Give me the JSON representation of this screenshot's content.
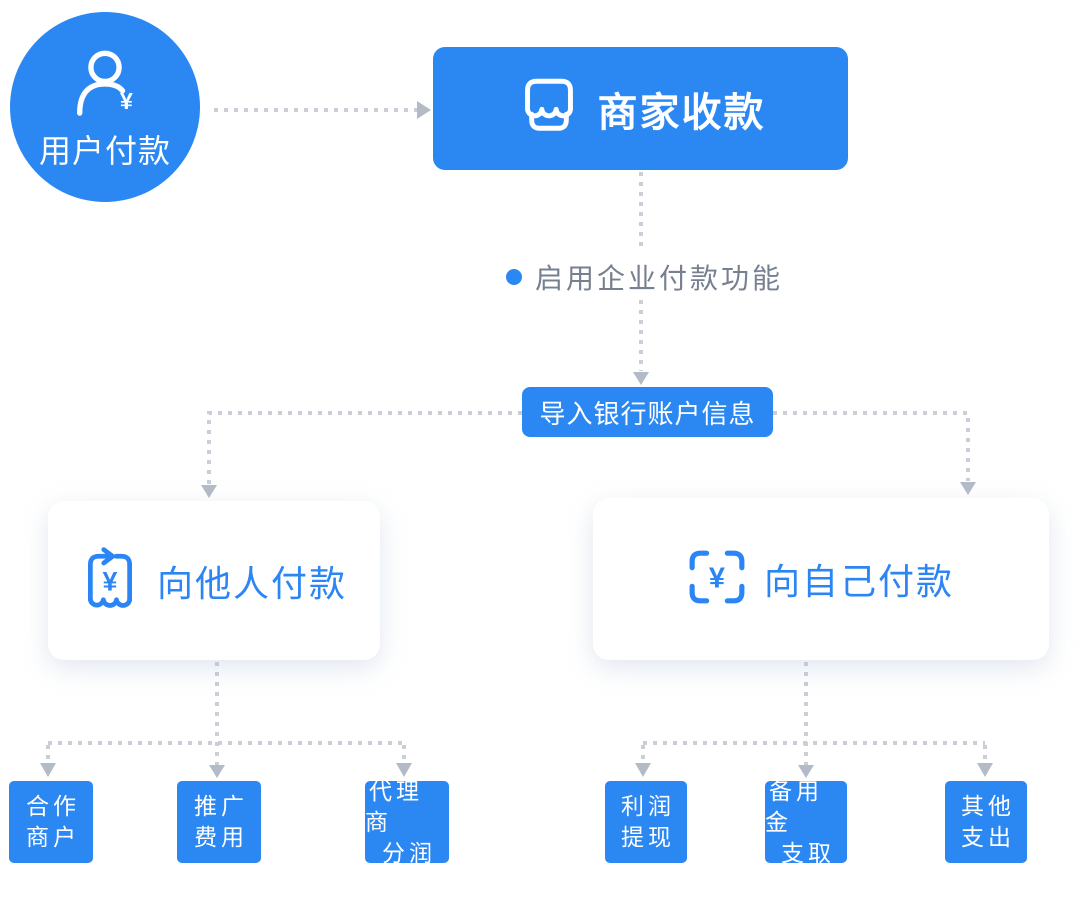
{
  "colors": {
    "primary_blue": "#2b87f2",
    "blue_text": "#2c85f5",
    "muted_gray_text": "#76808f",
    "connector_gray": "#c9ced7",
    "arrowhead_gray": "#b3bbc7",
    "card_bg": "#ffffff"
  },
  "nodes": {
    "user_payment": {
      "label": "用户付款",
      "icon": "user-yen-icon"
    },
    "merchant_collect": {
      "label": "商家收款",
      "icon": "storefront-icon"
    },
    "enable_note": {
      "label": "启用企业付款功能"
    },
    "import_bank": {
      "label": "导入银行账户信息"
    },
    "pay_others": {
      "label": "向他人付款",
      "icon": "receipt-arrow-icon"
    },
    "pay_self": {
      "label": "向自己付款",
      "icon": "scan-yen-icon"
    }
  },
  "pay_others_children": [
    {
      "line1": "合作",
      "line2": "商户"
    },
    {
      "line1": "推广",
      "line2": "费用"
    },
    {
      "line1": "代理商",
      "line2": "分润"
    }
  ],
  "pay_self_children": [
    {
      "line1": "利润",
      "line2": "提现"
    },
    {
      "line1": "备用金",
      "line2": "支取"
    },
    {
      "line1": "其他",
      "line2": "支出"
    }
  ]
}
